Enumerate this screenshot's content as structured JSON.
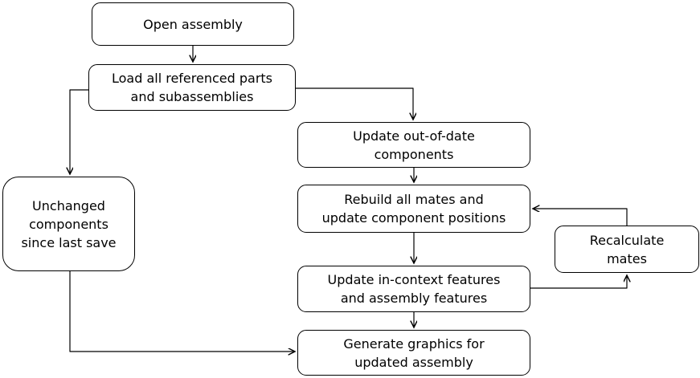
{
  "diagram": {
    "type": "flowchart",
    "colors": {
      "background": "#ffffff",
      "line": "#000000",
      "text": "#000000",
      "node_fill": "#ffffff"
    },
    "nodes": {
      "open_assembly": {
        "label": "Open assembly"
      },
      "load_parts": {
        "label": "Load all referenced parts\nand subassemblies"
      },
      "update_ood": {
        "label": "Update out-of-date\ncomponents"
      },
      "rebuild_mates": {
        "label": "Rebuild all mates and\nupdate component positions"
      },
      "update_features": {
        "label": "Update in-context features\nand assembly features"
      },
      "generate_graphics": {
        "label": "Generate graphics for\nupdated assembly"
      },
      "unchanged": {
        "label": "Unchanged\ncomponents\nsince last save"
      },
      "recalculate": {
        "label": "Recalculate\nmates"
      }
    },
    "edges": [
      {
        "from": "open_assembly",
        "to": "load_parts"
      },
      {
        "from": "load_parts",
        "to": "update_ood"
      },
      {
        "from": "load_parts",
        "to": "unchanged"
      },
      {
        "from": "update_ood",
        "to": "rebuild_mates"
      },
      {
        "from": "rebuild_mates",
        "to": "update_features"
      },
      {
        "from": "update_features",
        "to": "generate_graphics"
      },
      {
        "from": "update_features",
        "to": "recalculate"
      },
      {
        "from": "recalculate",
        "to": "rebuild_mates"
      },
      {
        "from": "unchanged",
        "to": "generate_graphics"
      }
    ]
  }
}
